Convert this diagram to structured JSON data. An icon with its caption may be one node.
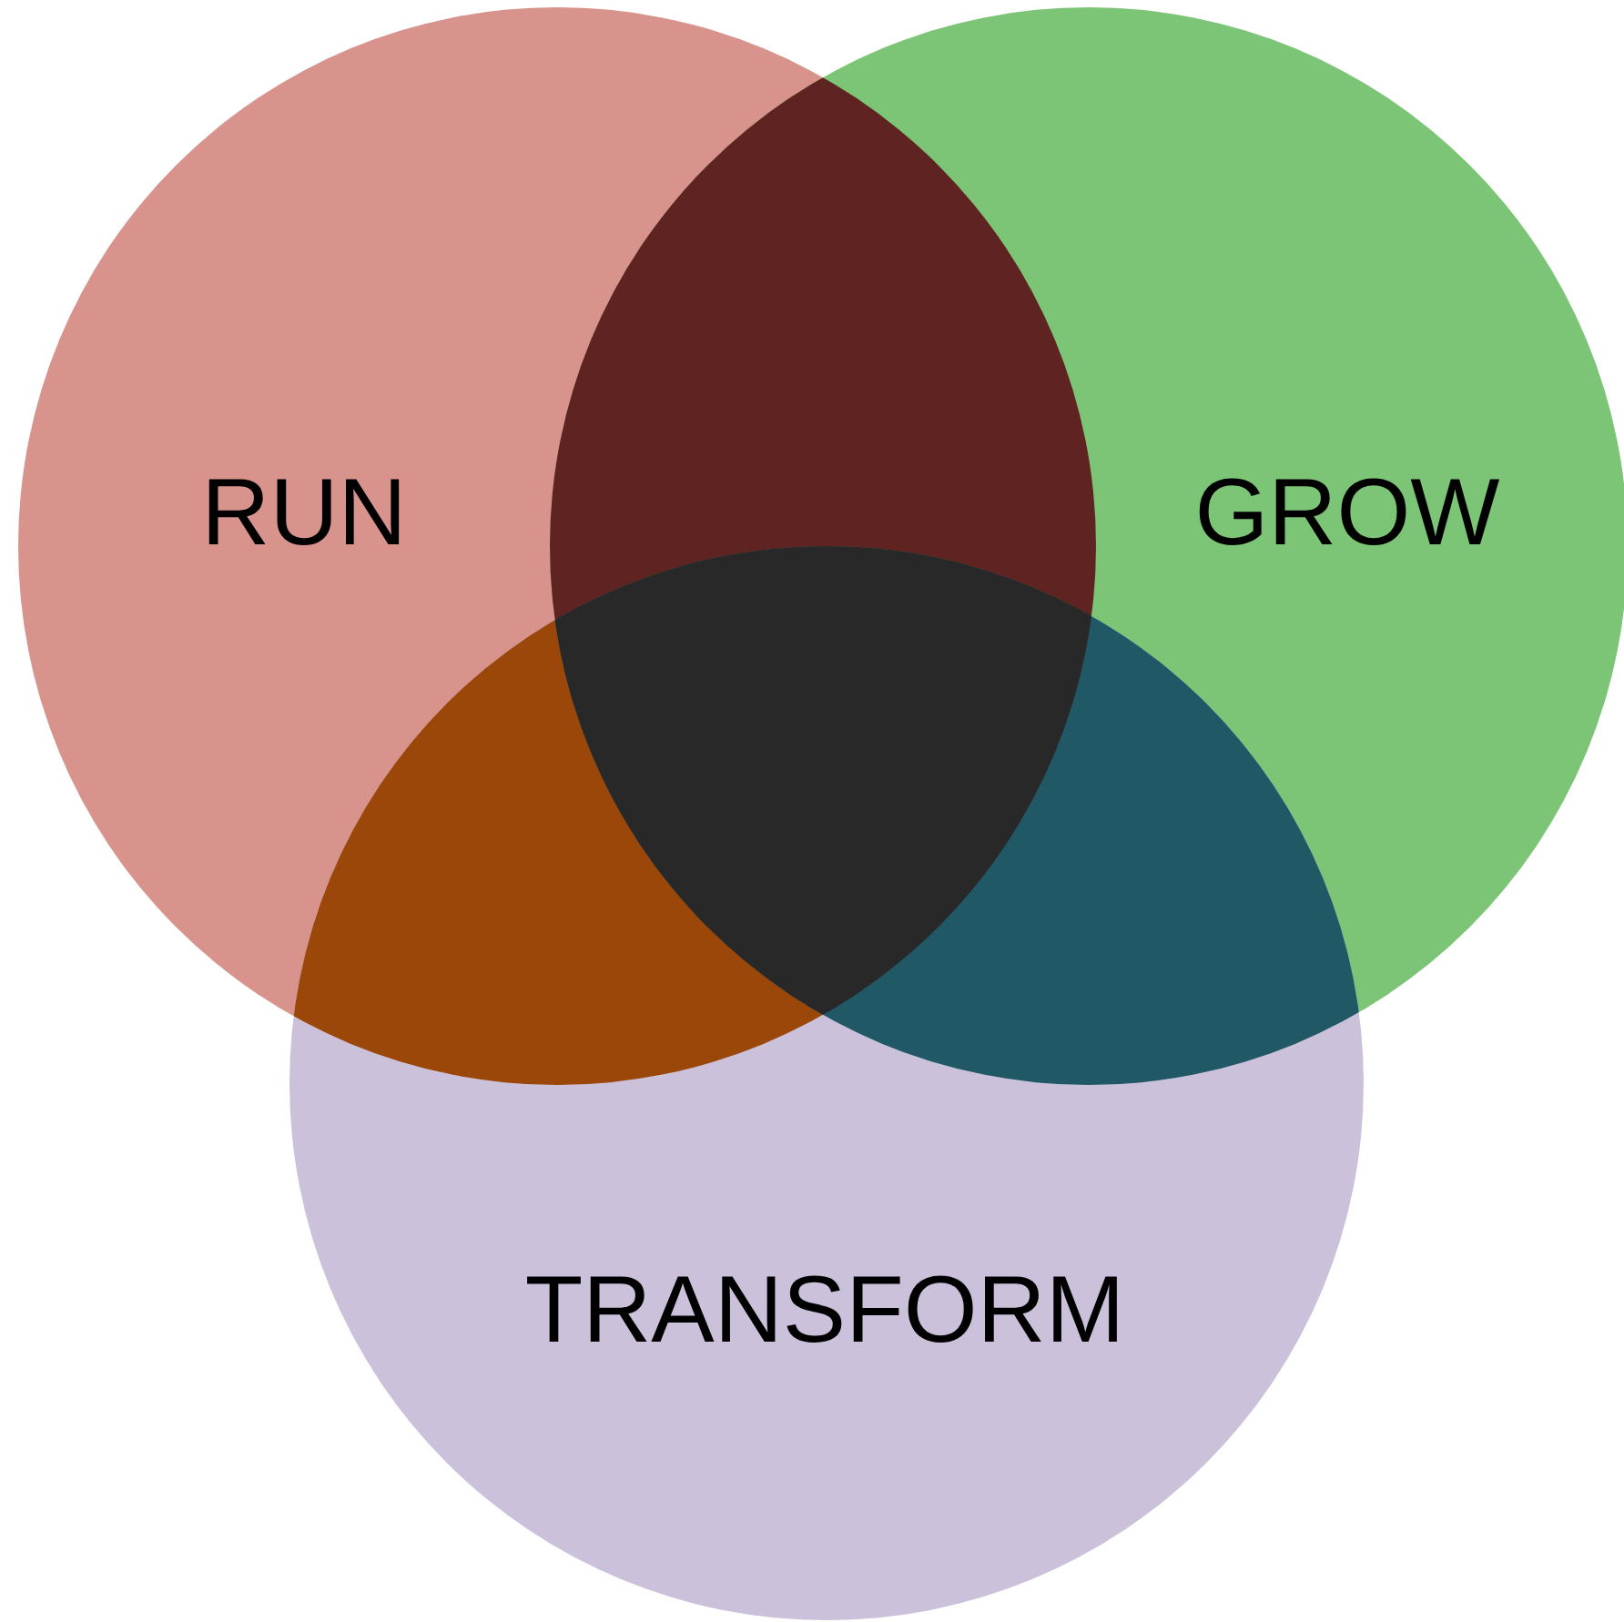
{
  "diagram": {
    "nodes": [
      {
        "text": [
          "RUN"
        ]
      },
      {
        "text": [
          "GROW"
        ]
      },
      {
        "text": [
          "TRANSFORM"
        ]
      }
    ]
  }
}
